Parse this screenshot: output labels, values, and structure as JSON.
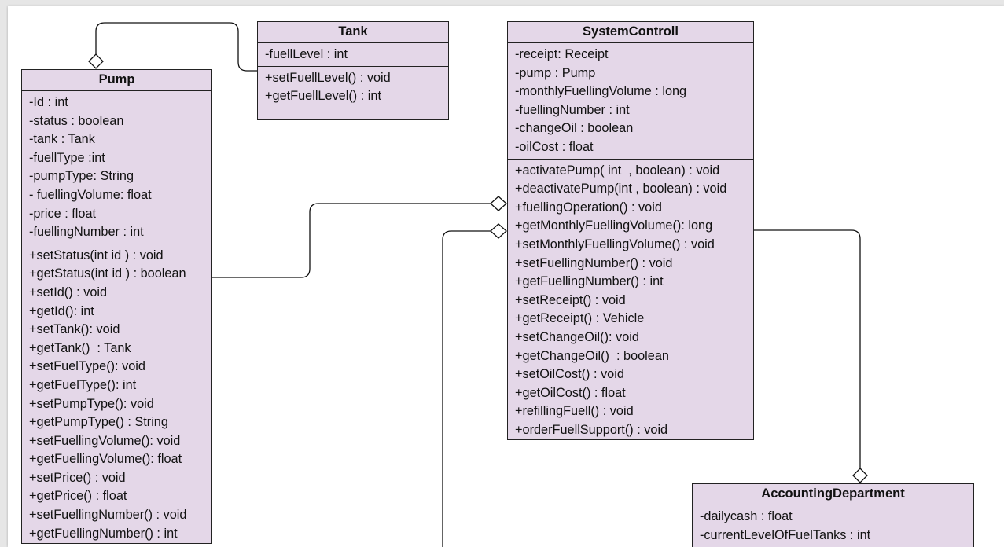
{
  "diagram": {
    "classes": {
      "tank": {
        "name": "Tank",
        "attributes": [
          "-fuellLevel : int"
        ],
        "methods": [
          "+setFuellLevel() : void",
          "+getFuellLevel() : int"
        ]
      },
      "pump": {
        "name": "Pump",
        "attributes": [
          "-Id : int",
          "-status : boolean",
          "-tank : Tank",
          "-fuellType :int",
          "-pumpType: String",
          "- fuellingVolume: float",
          "-price : float",
          "-fuellingNumber : int"
        ],
        "methods": [
          "+setStatus(int id ) : void",
          "+getStatus(int id ) : boolean",
          "+setId() : void",
          "+getId(): int",
          "+setTank(): void",
          "+getTank()  : Tank",
          "+setFuelType(): void",
          "+getFuelType(): int",
          "+setPumpType(): void",
          "+getPumpType() : String",
          "+setFuellingVolume(): void",
          "+getFuellingVolume(): float",
          "+setPrice() : void",
          "+getPrice() : float",
          "+setFuellingNumber() : void",
          "+getFuellingNumber() : int"
        ]
      },
      "system": {
        "name": "SystemControll",
        "attributes": [
          "-receipt: Receipt",
          "-pump : Pump",
          "-monthlyFuellingVolume : long",
          "-fuellingNumber : int",
          "-changeOil : boolean",
          "-oilCost : float"
        ],
        "methods": [
          "+activatePump( int  , boolean) : void",
          "+deactivatePump(int , boolean) : void",
          "+fuellingOperation() : void",
          "+getMonthlyFuellingVolume(): long",
          "+setMonthlyFuellingVolume() : void",
          "+setFuellingNumber() : void",
          "+getFuellingNumber() : int",
          "+setReceipt() : void",
          "+getReceipt() : Vehicle",
          "+setChangeOil(): void",
          "+getChangeOil()  : boolean",
          "+setOilCost() : void",
          "+getOilCost() : float",
          "+refillingFuell() : void",
          "+orderFuellSupport() : void"
        ]
      },
      "accounting": {
        "name": "AccountingDepartment",
        "attributes": [
          "-dailycash : float",
          "-currentLevelOfFuelTanks : int"
        ],
        "methods": []
      }
    }
  }
}
